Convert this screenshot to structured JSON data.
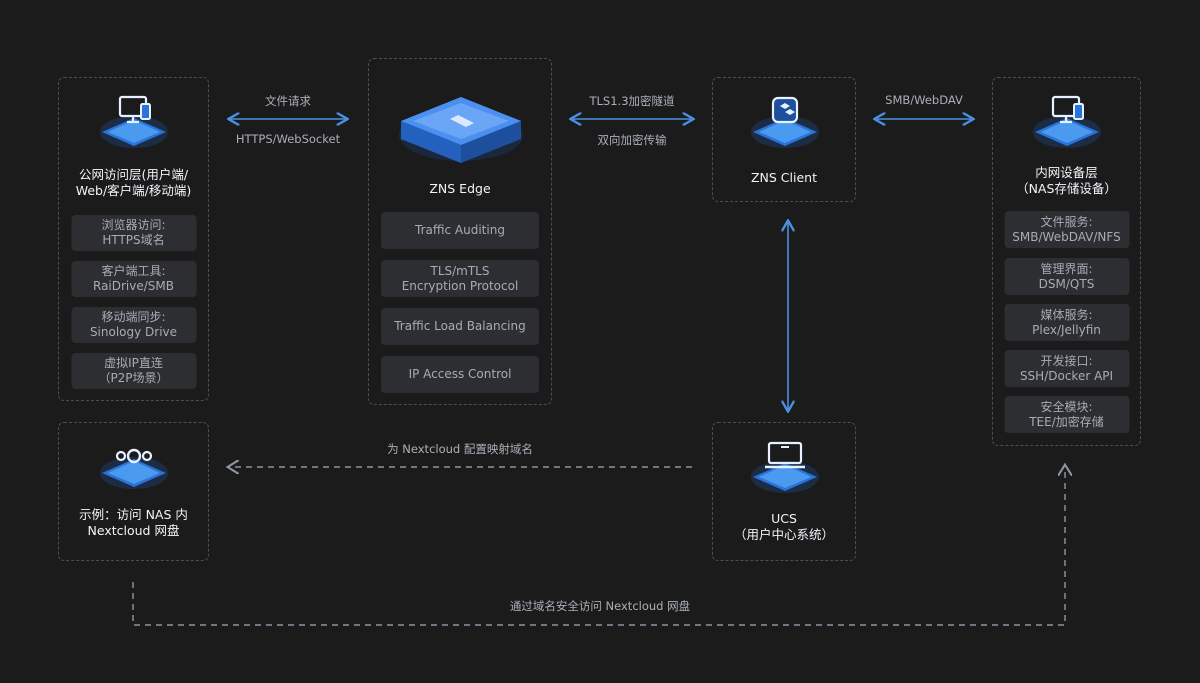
{
  "public_layer": {
    "title": "公网访问层(用户端/\nWeb/客户端/移动端)",
    "items": [
      {
        "label": "浏览器访问:\nHTTPS域名"
      },
      {
        "label": "客户端工具:\nRaiDrive/SMB"
      },
      {
        "label": "移动端同步:\nSinology Drive"
      },
      {
        "label": "虚拟IP直连\n（P2P场景）"
      }
    ]
  },
  "zns_edge": {
    "title": "ZNS Edge",
    "items": [
      {
        "label": "Traffic Auditing"
      },
      {
        "label": "TLS/mTLS\nEncryption Protocol"
      },
      {
        "label": "Traffic Load Balancing"
      },
      {
        "label": "IP Access Control"
      }
    ]
  },
  "zns_client": {
    "title": "ZNS Client"
  },
  "intranet_layer": {
    "title": "内网设备层\n（NAS存储设备）",
    "items": [
      {
        "label": "文件服务:\nSMB/WebDAV/NFS"
      },
      {
        "label": "管理界面:\nDSM/QTS"
      },
      {
        "label": "媒体服务:\nPlex/Jellyfin"
      },
      {
        "label": "开发接口:\nSSH/Docker API"
      },
      {
        "label": "安全模块:\nTEE/加密存储"
      }
    ]
  },
  "example": {
    "title": "示例：访问 NAS 内\nNextcloud 网盘"
  },
  "ucs": {
    "title": "UCS\n（用户中心系统）"
  },
  "connections": {
    "public_to_edge_top": "文件请求",
    "public_to_edge_bottom": "HTTPS/WebSocket",
    "edge_to_client_top": "TLS1.3加密隧道",
    "edge_to_client_bottom": "双向加密传输",
    "client_to_nas": "SMB/WebDAV",
    "ucs_to_example": "为 Nextcloud 配置映射域名",
    "example_to_nas": "通过域名安全访问 Nextcloud 网盘"
  },
  "colors": {
    "accent": "#4a90e2",
    "dashed": "#8e96a3",
    "chip_bg": "#2c2e32"
  }
}
